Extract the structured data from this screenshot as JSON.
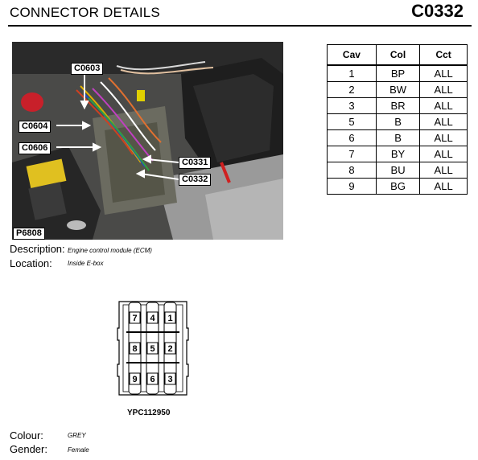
{
  "header": {
    "title": "CONNECTOR DETAILS",
    "code": "C0332"
  },
  "photo": {
    "callouts": [
      "C0603",
      "C0604",
      "C0606",
      "C0331",
      "C0332"
    ],
    "ref": "P6808"
  },
  "info": {
    "description_label": "Description:",
    "description_value": "Engine control module (ECM)",
    "location_label": "Location:",
    "location_value": "Inside E-box",
    "colour_label": "Colour:",
    "colour_value": "GREY",
    "gender_label": "Gender:",
    "gender_value": "Female"
  },
  "connector": {
    "part_number": "YPC112950",
    "cavities": [
      "7",
      "4",
      "1",
      "8",
      "5",
      "2",
      "9",
      "6",
      "3"
    ]
  },
  "table": {
    "headers": [
      "Cav",
      "Col",
      "Cct"
    ],
    "rows": [
      [
        "1",
        "BP",
        "ALL"
      ],
      [
        "2",
        "BW",
        "ALL"
      ],
      [
        "3",
        "BR",
        "ALL"
      ],
      [
        "5",
        "B",
        "ALL"
      ],
      [
        "6",
        "B",
        "ALL"
      ],
      [
        "7",
        "BY",
        "ALL"
      ],
      [
        "8",
        "BU",
        "ALL"
      ],
      [
        "9",
        "BG",
        "ALL"
      ]
    ]
  }
}
